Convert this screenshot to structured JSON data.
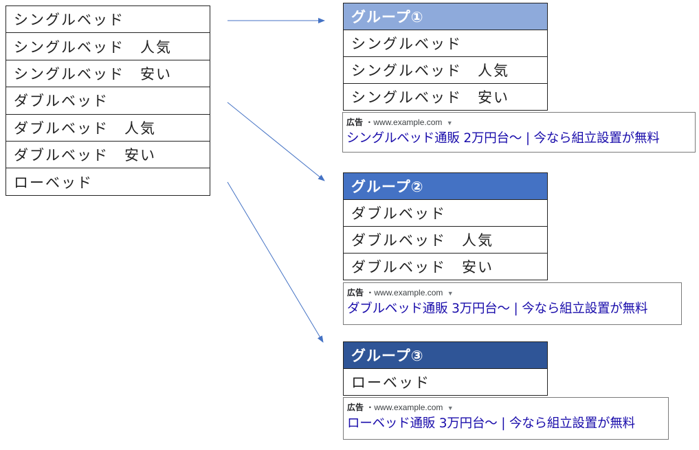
{
  "keywords": [
    "シングルベッド",
    "シングルベッド　人気",
    "シングルベッド　安い",
    "ダブルベッド",
    "ダブルベッド　人気",
    "ダブルベッド　安い",
    "ローベッド"
  ],
  "groups": [
    {
      "title": "グループ①",
      "header_color": "#8eaadb",
      "keywords": [
        "シングルベッド",
        "シングルベッド　人気",
        "シングルベッド　安い"
      ],
      "ad": {
        "label": "広告",
        "url": "・www.example.com",
        "caret": "▼",
        "headline": "シングルベッド通販 2万円台～ | 今なら組立設置が無料"
      }
    },
    {
      "title": "グループ②",
      "header_color": "#4472c4",
      "keywords": [
        "ダブルベッド",
        "ダブルベッド　人気",
        "ダブルベッド　安い"
      ],
      "ad": {
        "label": "広告",
        "url": "・www.example.com",
        "caret": "▼",
        "headline": "ダブルベッド通販 3万円台～ | 今なら組立設置が無料"
      }
    },
    {
      "title": "グループ③",
      "header_color": "#2f5597",
      "keywords": [
        "ローベッド"
      ],
      "ad": {
        "label": "広告",
        "url": "・www.example.com",
        "caret": "▼",
        "headline": "ローベッド通販 3万円台～ | 今なら組立設置が無料"
      }
    }
  ],
  "arrow_color": "#4472c4"
}
